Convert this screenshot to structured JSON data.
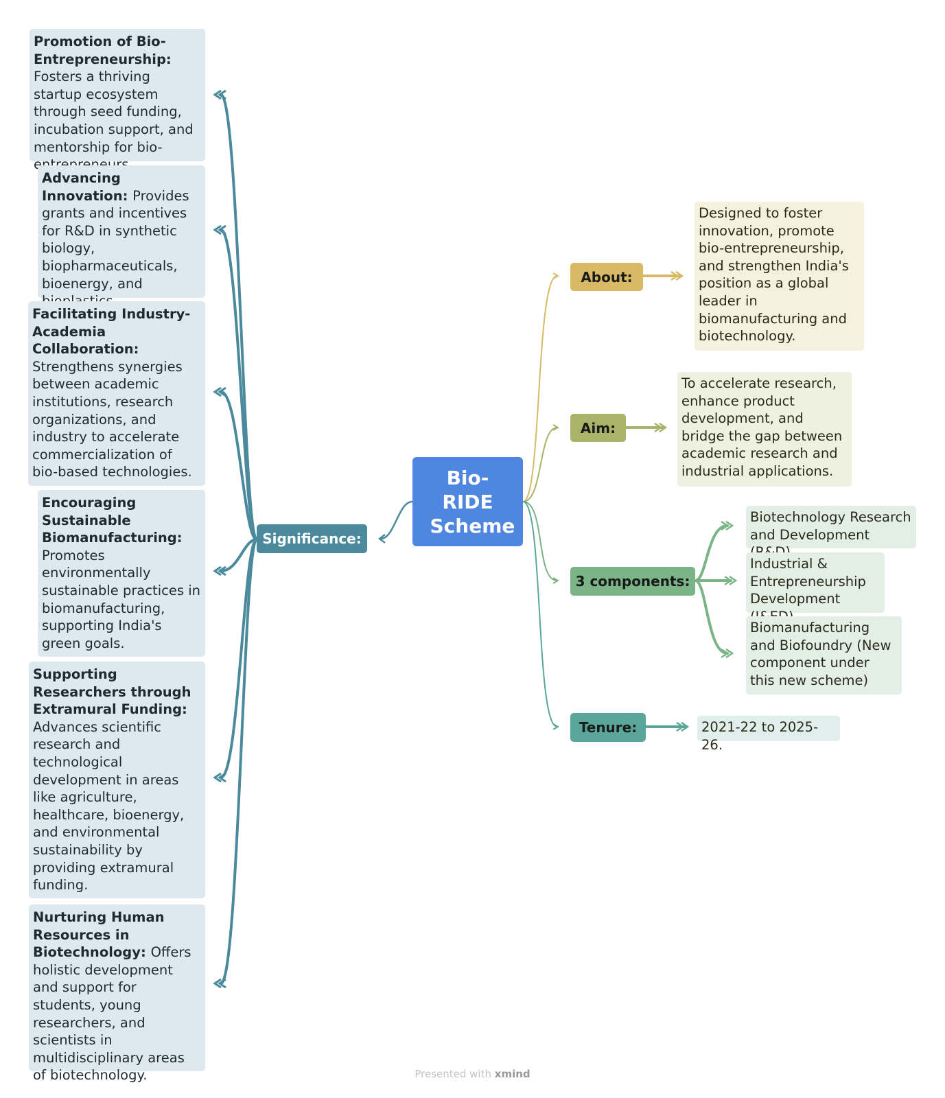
{
  "center": {
    "title": "Bio-RIDE Scheme"
  },
  "significance": {
    "label": "Significance:",
    "items": [
      {
        "title": "Promotion of Bio-Entrepreneurship:",
        "text": "Fosters a thriving startup ecosystem through seed funding, incubation support, and mentorship for bio-entrepreneurs."
      },
      {
        "title": "Advancing Innovation:",
        "text": "Provides grants and incentives for R&D in synthetic biology, biopharmaceuticals, bioenergy, and bioplastics."
      },
      {
        "title": "Facilitating Industry-Academia Collaboration:",
        "text": "Strengthens synergies between academic institutions, research organizations, and industry to accelerate commercialization of bio-based technologies."
      },
      {
        "title": "Encouraging Sustainable Biomanufacturing:",
        "text": "Promotes environmentally sustainable practices in biomanufacturing, supporting India's green goals."
      },
      {
        "title": "Supporting Researchers through Extramural Funding:",
        "text": "Advances scientific research and technological development in areas like agriculture, healthcare, bioenergy, and environmental sustainability by providing extramural funding."
      },
      {
        "title": "Nurturing Human Resources in Biotechnology:",
        "text": "Offers holistic development and support for students, young researchers, and scientists in multidisciplinary areas of biotechnology."
      }
    ]
  },
  "about": {
    "label": "About:",
    "text": "Designed to foster innovation, promote bio-entrepreneurship, and strengthen India's position as a global leader in biomanufacturing and biotechnology."
  },
  "aim": {
    "label": "Aim:",
    "text": "To accelerate research, enhance product development, and bridge the gap between academic research and industrial applications."
  },
  "components": {
    "label": "3 components:",
    "items": [
      "Biotechnology Research and Development (R&D)",
      "Industrial & Entrepreneurship Development (I&ED)",
      "Biomanufacturing and Biofoundry (New component under this new scheme)"
    ]
  },
  "tenure": {
    "label": "Tenure:",
    "text": "2021-22 to 2025-26."
  },
  "footer": {
    "prefix": "Presented with",
    "brand": "xmind"
  },
  "colors": {
    "center": "#4f86e0",
    "significance": "#4a8a9c",
    "about": "#d8ba66",
    "aim": "#aab36a",
    "components": "#7ab487",
    "tenure": "#5aa69a"
  }
}
